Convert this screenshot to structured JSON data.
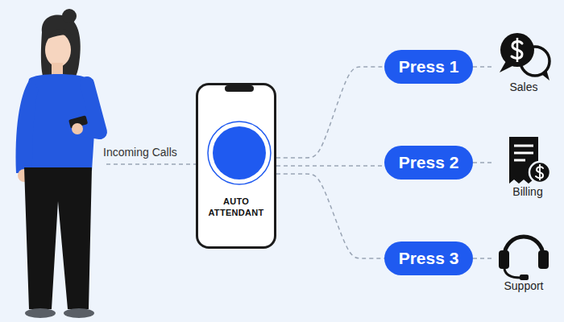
{
  "diagram": {
    "nodes": [
      {
        "text": [
          "AUTO ATTENDANT"
        ]
      },
      {
        "text": [
          "Press 1"
        ]
      },
      {
        "text": [
          "Press 2"
        ]
      },
      {
        "text": [
          "Press 3"
        ]
      },
      {
        "text": [
          "Sales"
        ]
      },
      {
        "text": [
          "Billing"
        ]
      },
      {
        "text": [
          "Support"
        ]
      }
    ],
    "edges": [
      {
        "from": 0,
        "to": 1,
        "arrow": "none"
      },
      {
        "from": 0,
        "to": 2,
        "arrow": "none"
      },
      {
        "from": 0,
        "to": 3,
        "arrow": "none"
      },
      {
        "from": 1,
        "to": 4,
        "arrow": "none"
      },
      {
        "from": 2,
        "to": 5,
        "arrow": "none"
      },
      {
        "from": 3,
        "to": 6,
        "arrow": "none"
      }
    ],
    "labels": [
      "Incoming Calls"
    ]
  }
}
